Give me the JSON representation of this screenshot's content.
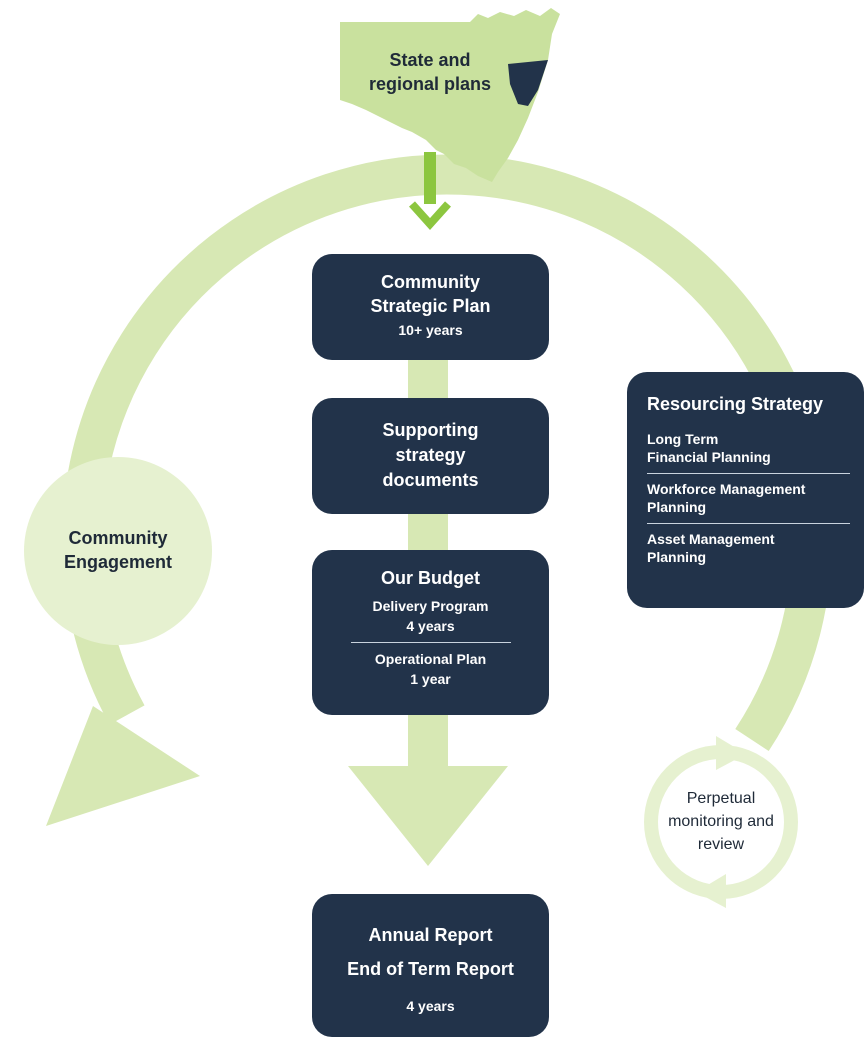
{
  "colors": {
    "navy": "#22334a",
    "ring_green": "#d7e8b4",
    "pale_green": "#e6f1d0",
    "map_green": "#c9e19e",
    "arrow_green": "#8cc63f",
    "text_dark": "#1f2a38"
  },
  "state_plans": {
    "label_lines": [
      "State and",
      "regional",
      "plans"
    ]
  },
  "community_strategic_plan": {
    "title_lines": [
      "Community",
      "Strategic Plan"
    ],
    "duration": "10+ years"
  },
  "supporting_docs": {
    "title_lines": [
      "Supporting",
      "strategy",
      "documents"
    ]
  },
  "our_budget": {
    "title": "Our Budget",
    "delivery_program": "Delivery Program",
    "delivery_duration": "4 years",
    "operational_plan": "Operational Plan",
    "operational_duration": "1 year"
  },
  "resourcing_strategy": {
    "title": "Resourcing Strategy",
    "items": [
      {
        "lines": [
          "Long Term",
          "Financial Planning"
        ]
      },
      {
        "lines": [
          "Workforce Management",
          "Planning"
        ]
      },
      {
        "lines": [
          "Asset Management",
          "Planning"
        ]
      }
    ]
  },
  "community_engagement": {
    "label_lines": [
      "Community",
      "Engagement"
    ]
  },
  "monitoring": {
    "label_lines": [
      "Perpetual",
      "monitoring",
      "and review"
    ]
  },
  "annual_report": {
    "title": "Annual Report",
    "subtitle": "End of Term Report",
    "duration": "4 years"
  }
}
